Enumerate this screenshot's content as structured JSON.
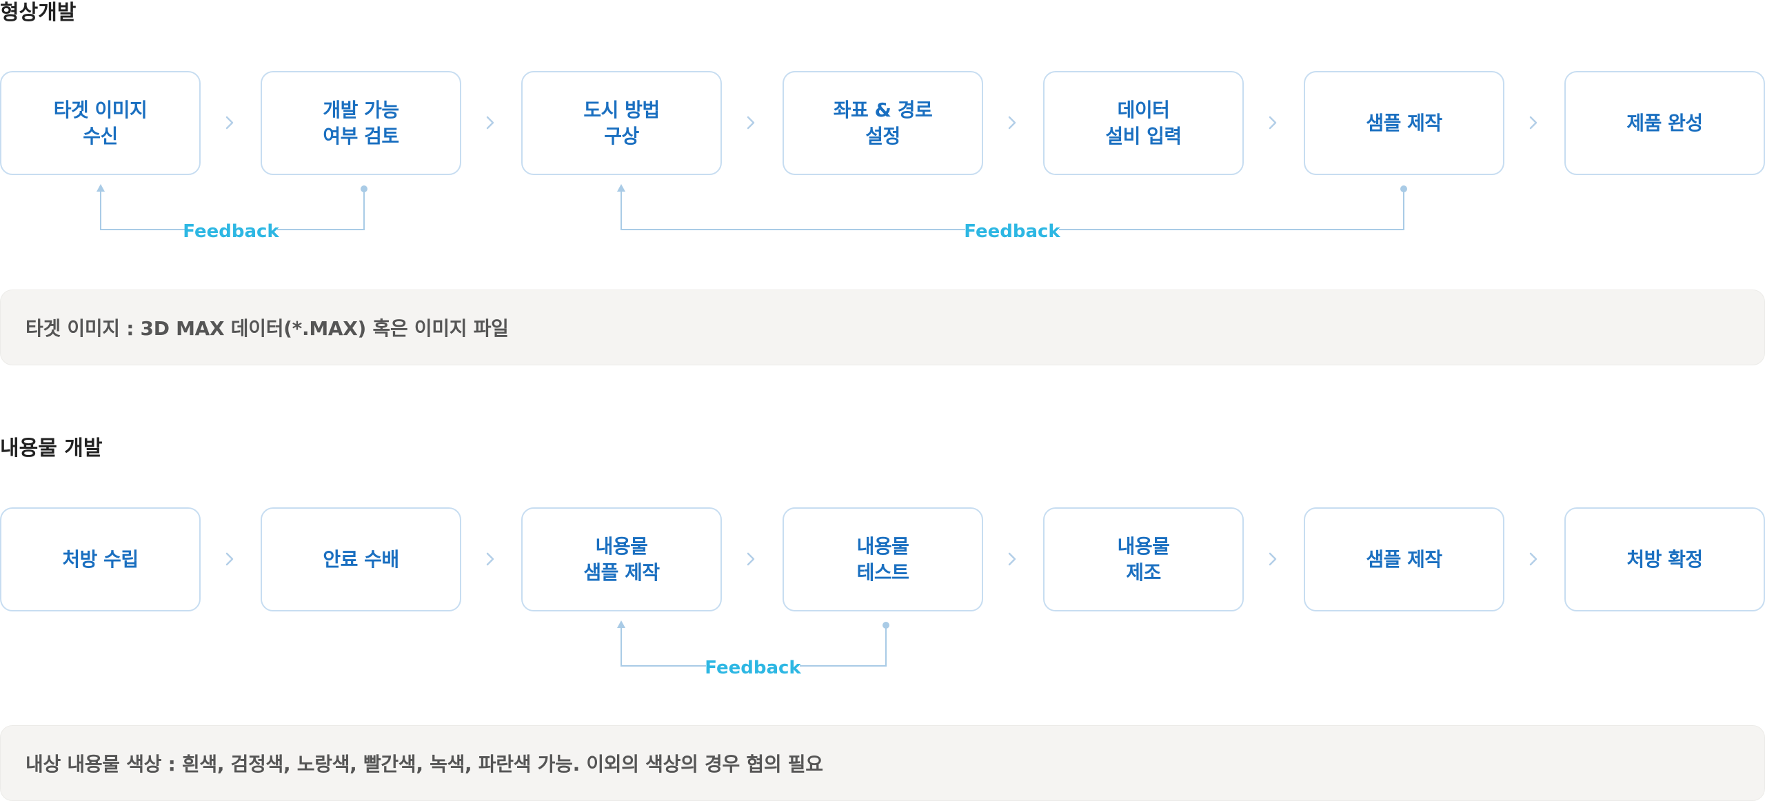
{
  "section1": {
    "title": "형상개발",
    "steps": [
      {
        "label": "타겟 이미지\n수신"
      },
      {
        "label": "개발 가능\n여부 검토"
      },
      {
        "label": "도시 방법\n구상"
      },
      {
        "label": "좌표 & 경로\n설정"
      },
      {
        "label": "데이터\n설비 입력"
      },
      {
        "label": "샘플 제작"
      },
      {
        "label": "제품 완성"
      }
    ],
    "feedback": [
      {
        "label": "Feedback"
      },
      {
        "label": "Feedback"
      }
    ],
    "note": "타겟 이미지 :  3D MAX 데이터(*.MAX) 혹은 이미지 파일"
  },
  "section2": {
    "title": "내용물 개발",
    "steps": [
      {
        "label": "처방 수립"
      },
      {
        "label": "안료 수배"
      },
      {
        "label": "내용물\n샘플 제작"
      },
      {
        "label": "내용물\n테스트"
      },
      {
        "label": "내용물\n제조"
      },
      {
        "label": "샘플 제작"
      },
      {
        "label": "처방 확정"
      }
    ],
    "feedback": [
      {
        "label": "Feedback"
      }
    ],
    "note": "내상 내용물 색상 : 흰색, 검정색, 노랑색, 빨간색, 녹색, 파란색 가능. 이외의 색상의 경우 협의 필요"
  },
  "colors": {
    "box_border": "#c7ddf1",
    "step_text": "#1a6fc0",
    "feedback_text": "#2db7e3",
    "connector": "#a9cbe6",
    "note_bg": "#f5f4f2"
  },
  "icons": {
    "chevron": "chevron-right-icon",
    "arrow": "arrow-up-icon"
  }
}
